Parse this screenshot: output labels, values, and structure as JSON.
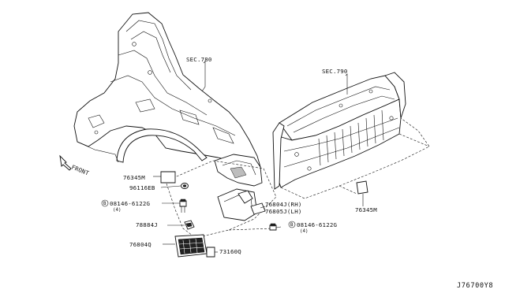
{
  "diagram_id": "J76700Y8",
  "sections": {
    "sec_780": "SEC.780",
    "sec_790": "SEC.790"
  },
  "direction": {
    "front": "FRONT"
  },
  "parts": {
    "p76345m_left": "76345M",
    "p96116eb": "96116EB",
    "p08146_left": "08146-6122G",
    "p08146_left_qty": "(4)",
    "p78884j": "78884J",
    "p76804q": "76804Q",
    "p73160q": "73160Q",
    "p76804j": "76804J(RH)",
    "p76805j": "76805J(LH)",
    "p08146_right": "08146-6122G",
    "p08146_right_qty": "(4)",
    "p76345m_right": "76345M"
  },
  "bolt_marker": "B"
}
